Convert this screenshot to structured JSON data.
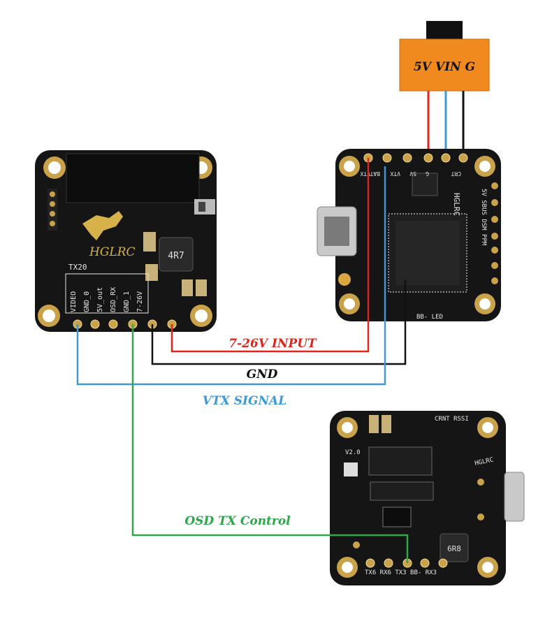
{
  "power_connector": {
    "label": "5V VIN G"
  },
  "wires": {
    "input": {
      "label": "7-26V INPUT",
      "color": "#e2231a"
    },
    "gnd": {
      "label": "GND",
      "color": "#111111"
    },
    "vtx_signal": {
      "label": "VTX SIGNAL",
      "color": "#3a9ad9"
    },
    "osd_tx": {
      "label": "OSD TX Control",
      "color": "#2aa84a"
    }
  },
  "vtx_board": {
    "logo": "HGLRC",
    "model": "TX20",
    "pins": [
      "VIDEO",
      "GND_0",
      "5V_out",
      "OSD_RX",
      "GND_1",
      "7-26V"
    ],
    "chip": "4R7"
  },
  "fc_board": {
    "logo": "HGLRC",
    "top_pads": [
      "VTX",
      "BAT",
      "5V",
      "G",
      "CRT",
      "VTX"
    ],
    "side": "5V  SBUS  DSM  PPM",
    "bottom": "BB-  LED"
  },
  "fc2_board": {
    "logo": "HGLRC",
    "top": "CRNT RSSI",
    "version": "V2.0",
    "bottom": "TX6 RX6 TX3 BB- RX3",
    "chip": "6R8"
  }
}
